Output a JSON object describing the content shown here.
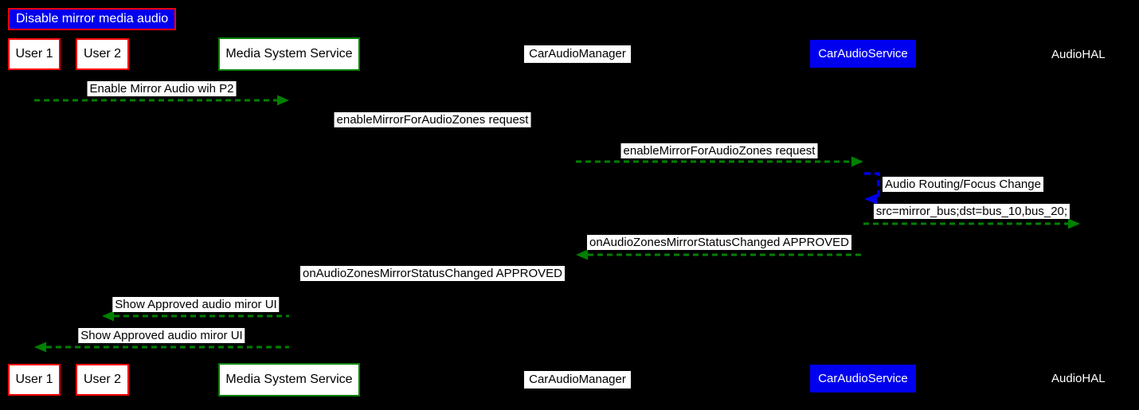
{
  "title": "Disable mirror media audio",
  "participants": [
    {
      "name": "User 1",
      "style": "red-bordered-box"
    },
    {
      "name": "User 2",
      "style": "red-bordered-box"
    },
    {
      "name": "Media System Service",
      "style": "green-bordered-box"
    },
    {
      "name": "CarAudioManager",
      "style": "white-label"
    },
    {
      "name": "CarAudioService",
      "style": "blue-filled-box"
    },
    {
      "name": "AudioHAL",
      "style": "plain-text"
    }
  ],
  "messages": [
    {
      "label": "Enable Mirror Audio wih P2",
      "from": "User 1",
      "to": "Media System Service",
      "arrow": "green-dashed-right"
    },
    {
      "label": "enableMirrorForAudioZones request",
      "from": "Media System Service",
      "to": "CarAudioManager",
      "arrow": "hidden"
    },
    {
      "label": "enableMirrorForAudioZones request",
      "from": "CarAudioManager",
      "to": "CarAudioService",
      "arrow": "green-dashed-right"
    },
    {
      "label": "Audio Routing/Focus Change",
      "from": "CarAudioService",
      "to": "CarAudioService",
      "arrow": "blue-dashed-self-loop"
    },
    {
      "label": "src=mirror_bus;dst=bus_10,bus_20;",
      "from": "CarAudioService",
      "to": "AudioHAL",
      "arrow": "green-dashed-right"
    },
    {
      "label": "onAudioZonesMirrorStatusChanged APPROVED",
      "from": "CarAudioService",
      "to": "CarAudioManager",
      "arrow": "green-dashed-left"
    },
    {
      "label": "onAudioZonesMirrorStatusChanged APPROVED",
      "from": "CarAudioManager",
      "to": "Media System Service",
      "arrow": "hidden"
    },
    {
      "label": "Show Approved audio miror UI",
      "from": "Media System Service",
      "to": "User 2",
      "arrow": "green-dashed-left"
    },
    {
      "label": "Show Approved audio miror UI",
      "from": "Media System Service",
      "to": "User 1",
      "arrow": "green-dashed-left"
    }
  ],
  "colors": {
    "background": "#000000",
    "arrow_green": "#008000",
    "arrow_blue": "#0000ee",
    "red_border": "#ff0000",
    "green_border": "#008000",
    "blue_fill": "#0000ee",
    "label_background": "#ffffff",
    "label_text": "#000000"
  }
}
